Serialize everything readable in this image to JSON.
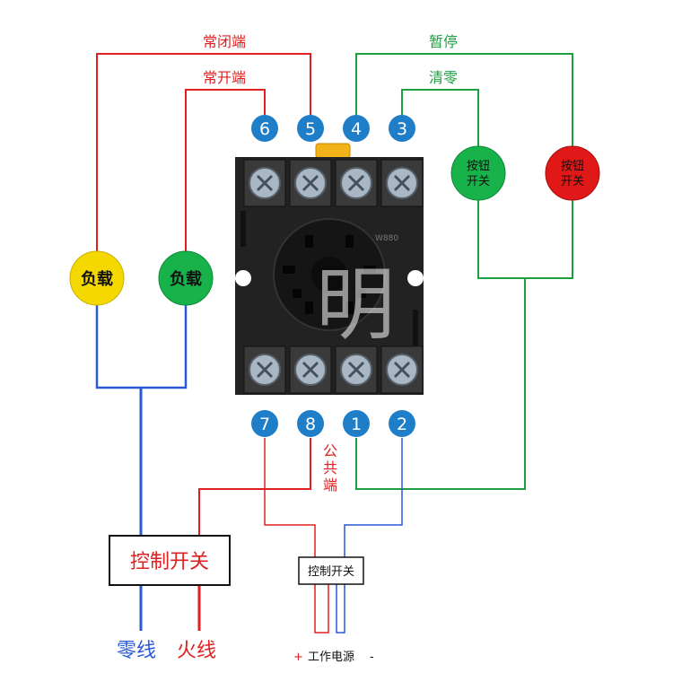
{
  "labels": {
    "normally_closed": "常闭端",
    "normally_open": "常开端",
    "pause": "暂停",
    "clear": "清零",
    "common": [
      "公",
      "共",
      "端"
    ],
    "load": "负载",
    "button_switch_line1": "按钮",
    "button_switch_line2": "开关",
    "control_switch": "控制开关",
    "neutral": "零线",
    "live": "火线",
    "power_plus": "+",
    "power_label": "工作电源",
    "power_minus": "-",
    "relay_marking": "W880"
  },
  "terminals": {
    "t1": "1",
    "t2": "2",
    "t3": "3",
    "t4": "4",
    "t5": "5",
    "t6": "6",
    "t7": "7",
    "t8": "8"
  },
  "watermark": "明",
  "colors": {
    "red": "#e02020",
    "green": "#1aa040",
    "blue": "#2a59d8",
    "terminal_badge": "#1e7ec8",
    "load_yellow": "#f5d800",
    "load_green": "#17b24a",
    "button_red": "#e01818"
  }
}
